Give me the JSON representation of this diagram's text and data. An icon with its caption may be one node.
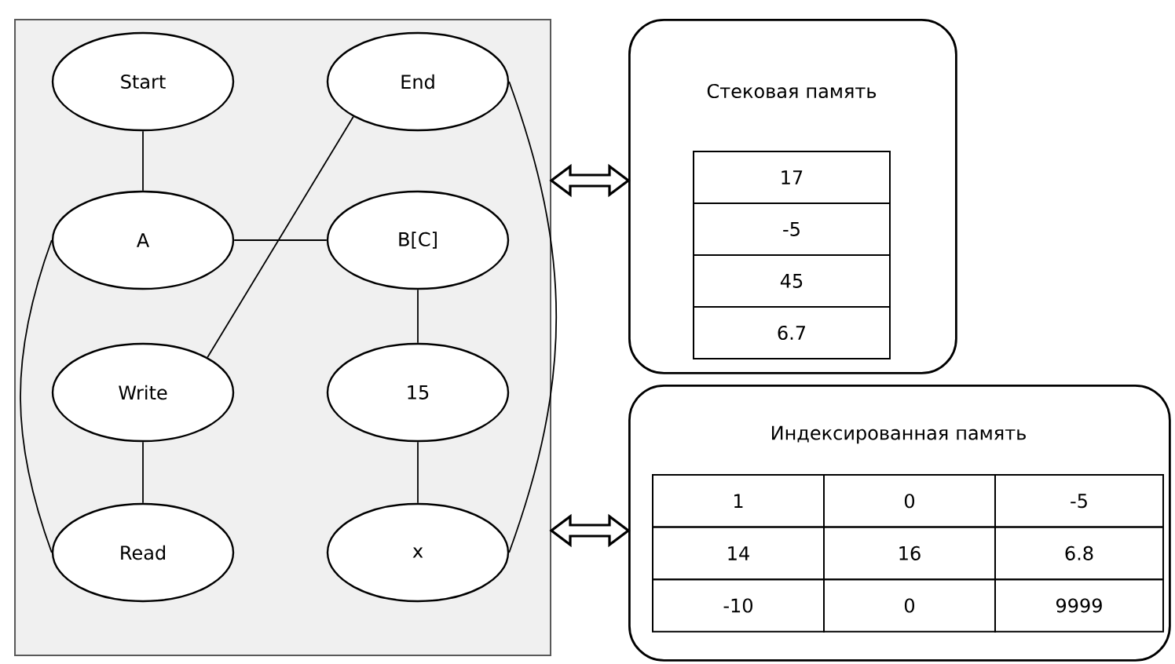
{
  "diagram": {
    "nodes": [
      {
        "text": [],
        "shape": "box"
      },
      {
        "text": [
          "Start"
        ],
        "in": 0
      },
      {
        "text": [
          "End"
        ],
        "in": 0
      },
      {
        "text": [
          "A"
        ],
        "in": 0
      },
      {
        "text": [
          "B[C]"
        ],
        "in": 0
      },
      {
        "text": [
          "Write"
        ],
        "in": 0
      },
      {
        "text": [
          "15"
        ],
        "in": 0
      },
      {
        "text": [
          "Read"
        ],
        "in": 0
      },
      {
        "text": [
          "x"
        ],
        "in": 0
      },
      {
        "text": [
          "Стековая память"
        ]
      },
      {
        "text": [
          "17"
        ],
        "in": 9
      },
      {
        "text": [
          "-5"
        ],
        "in": 9
      },
      {
        "text": [
          "45"
        ],
        "in": 9
      },
      {
        "text": [
          "6.7"
        ],
        "in": 9
      },
      {
        "text": [
          "Индексированная память"
        ]
      },
      {
        "text": [
          "1"
        ],
        "in": 14
      },
      {
        "text": [
          "0"
        ],
        "in": 14
      },
      {
        "text": [
          "-5"
        ],
        "in": 14
      },
      {
        "text": [
          "14"
        ],
        "in": 14
      },
      {
        "text": [
          "16"
        ],
        "in": 14
      },
      {
        "text": [
          "6.8"
        ],
        "in": 14
      },
      {
        "text": [
          "-10"
        ],
        "in": 14
      },
      {
        "text": [
          "0"
        ],
        "in": 14
      },
      {
        "text": [
          "9999"
        ],
        "in": 14
      }
    ],
    "edges": [
      {
        "from": 1,
        "to": 3,
        "arrow": "none"
      },
      {
        "from": 3,
        "to": 4,
        "arrow": "none"
      },
      {
        "from": 3,
        "to": 7,
        "arrow": "none"
      },
      {
        "from": 5,
        "to": 2,
        "arrow": "none"
      },
      {
        "from": 2,
        "to": 8,
        "arrow": "none"
      },
      {
        "from": 4,
        "to": 6,
        "arrow": "none"
      },
      {
        "from": 6,
        "to": 8,
        "arrow": "none"
      },
      {
        "from": 5,
        "to": 7,
        "arrow": "none"
      },
      {
        "from": 0,
        "to": 9,
        "arrow": "both",
        "style": "thick"
      },
      {
        "from": 0,
        "to": 14,
        "arrow": "both",
        "style": "thick"
      }
    ]
  }
}
